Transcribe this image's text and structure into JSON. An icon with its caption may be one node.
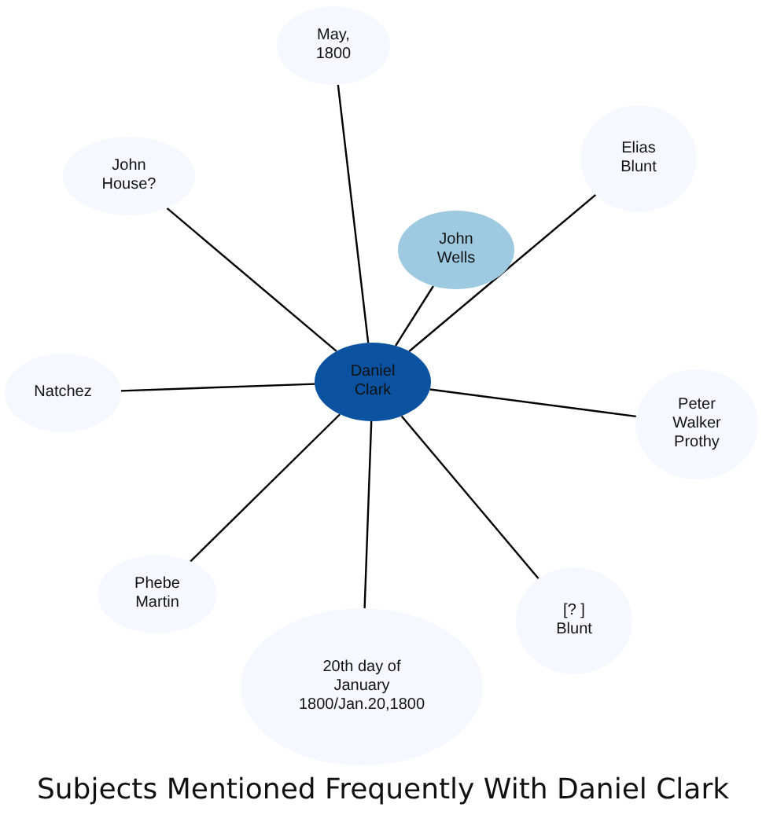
{
  "diagram": {
    "title": "Subjects Mentioned Frequently With Daniel Clark",
    "nodes": [
      {
        "text": [
          "Daniel Clark"
        ]
      },
      {
        "text": [
          "May, 1800"
        ]
      },
      {
        "text": [
          "John House?"
        ]
      },
      {
        "text": [
          "Elias Blunt"
        ]
      },
      {
        "text": [
          "John Wells"
        ]
      },
      {
        "text": [
          "Natchez"
        ]
      },
      {
        "text": [
          "Peter Walker Prothy"
        ]
      },
      {
        "text": [
          "Phebe Martin"
        ]
      },
      {
        "text": [
          "20th day of January 1800/Jan.20,1800"
        ]
      },
      {
        "text": [
          "[? ] Blunt"
        ]
      }
    ],
    "edges": [
      {
        "from": 0,
        "to": 1,
        "arrow": "none"
      },
      {
        "from": 0,
        "to": 2,
        "arrow": "none"
      },
      {
        "from": 0,
        "to": 3,
        "arrow": "none"
      },
      {
        "from": 0,
        "to": 4,
        "arrow": "none"
      },
      {
        "from": 0,
        "to": 5,
        "arrow": "none"
      },
      {
        "from": 0,
        "to": 6,
        "arrow": "none"
      },
      {
        "from": 0,
        "to": 7,
        "arrow": "none"
      },
      {
        "from": 0,
        "to": 8,
        "arrow": "none"
      },
      {
        "from": 0,
        "to": 9,
        "arrow": "none"
      }
    ]
  }
}
